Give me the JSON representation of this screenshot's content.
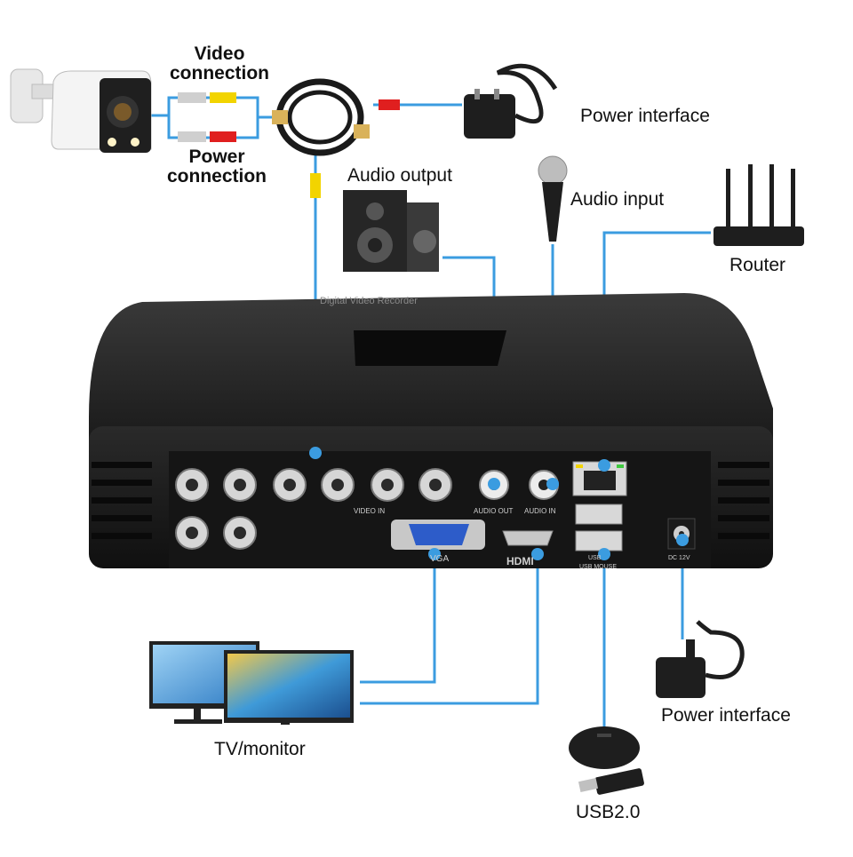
{
  "labels": {
    "video_connection": "Video\nconnection",
    "power_connection": "Power\nconnection",
    "power_interface_top": "Power interface",
    "audio_output": "Audio output",
    "audio_input": "Audio input",
    "router": "Router",
    "tv_monitor": "TV/monitor",
    "power_interface_bottom": "Power interface",
    "usb": "USB2.0"
  },
  "dvr": {
    "lid_text": "Digital Video Recorder",
    "video_in": "VIDEO IN",
    "audio_out": "AUDIO OUT",
    "audio_in": "AUDIO IN",
    "vga": "VGA",
    "hdmi": "HDMI",
    "usb": "USB",
    "usb_mouse": "USB MOUSE",
    "dc": "DC 12V"
  },
  "colors": {
    "line": "#3b9ce0",
    "device": "#1e1e1e",
    "plug_yellow": "#f2d400",
    "plug_red": "#e01f1f",
    "plug_white": "#cfcfcf"
  },
  "icons": [
    "camera-icon",
    "cable-icon",
    "power-adapter-icon",
    "speaker-icon",
    "microphone-icon",
    "router-icon",
    "monitor-icon",
    "mouse-icon",
    "usb-drive-icon"
  ]
}
